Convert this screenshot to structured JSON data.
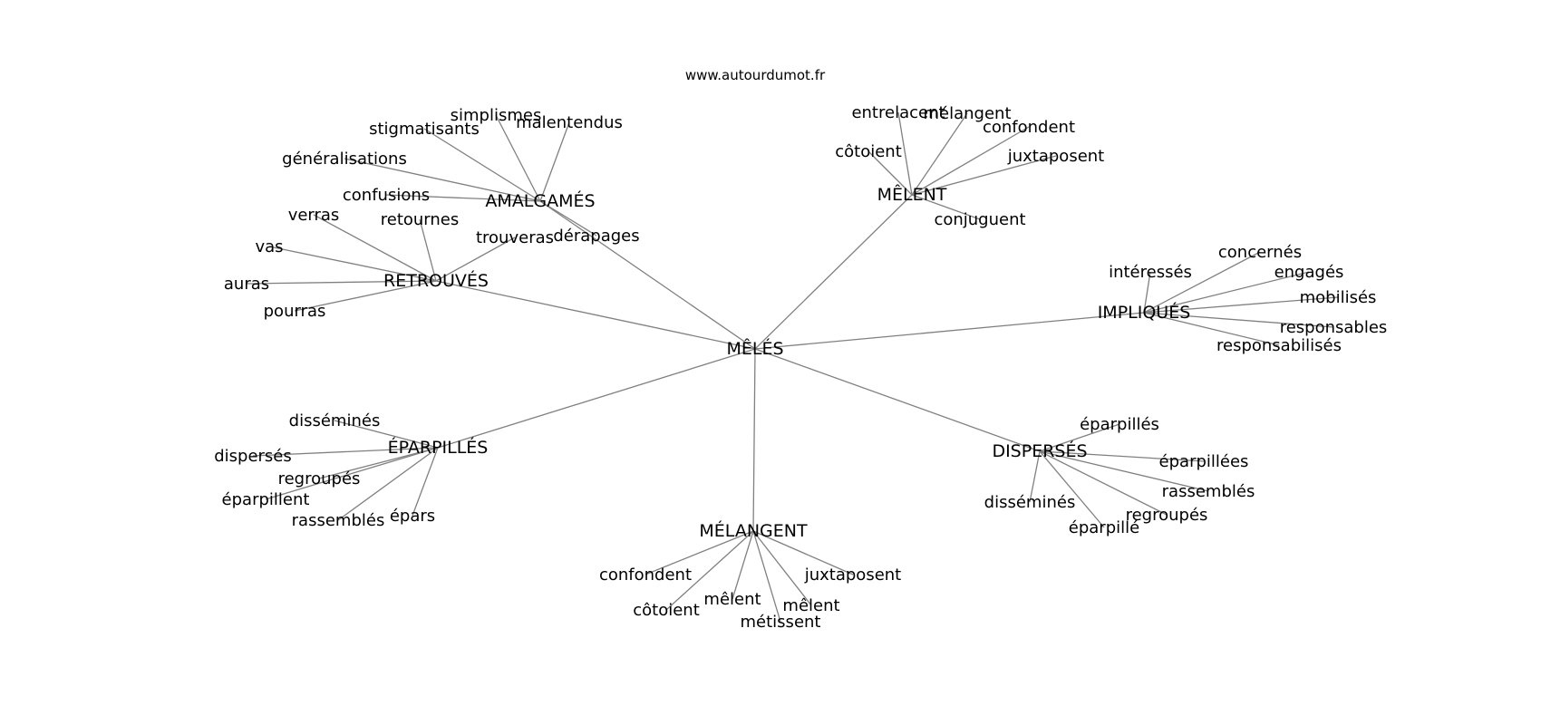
{
  "site": "www.autourdumot.fr",
  "center": "MÊLÉS",
  "groups": [
    {
      "hub": "AMALGAMÉS",
      "leaves": [
        "simplismes",
        "malentendus",
        "stigmatisants",
        "généralisations",
        "confusions",
        "dérapages"
      ]
    },
    {
      "hub": "MÊLENT",
      "leaves": [
        "entrelacent",
        "mélangent",
        "confondent",
        "côtoient",
        "juxtaposent",
        "conjuguent"
      ]
    },
    {
      "hub": "RETROUVÉS",
      "leaves": [
        "verras",
        "retournes",
        "trouveras",
        "vas",
        "auras",
        "pourras"
      ]
    },
    {
      "hub": "IMPLIQUÉS",
      "leaves": [
        "concernés",
        "intéressés",
        "engagés",
        "mobilisés",
        "responsables",
        "responsabilisés"
      ]
    },
    {
      "hub": "ÉPARPILLÉS",
      "leaves": [
        "disséminés",
        "dispersés",
        "regroupés",
        "éparpillent",
        "rassemblés",
        "épars"
      ]
    },
    {
      "hub": "DISPERSÉS",
      "leaves": [
        "éparpillés",
        "éparpillées",
        "rassemblés",
        "disséminés",
        "regroupés",
        "éparpillé"
      ]
    },
    {
      "hub": "MÉLANGENT",
      "leaves": [
        "confondent",
        "juxtaposent",
        "mêlent",
        "mêlent",
        "côtoient",
        "métissent"
      ]
    }
  ]
}
